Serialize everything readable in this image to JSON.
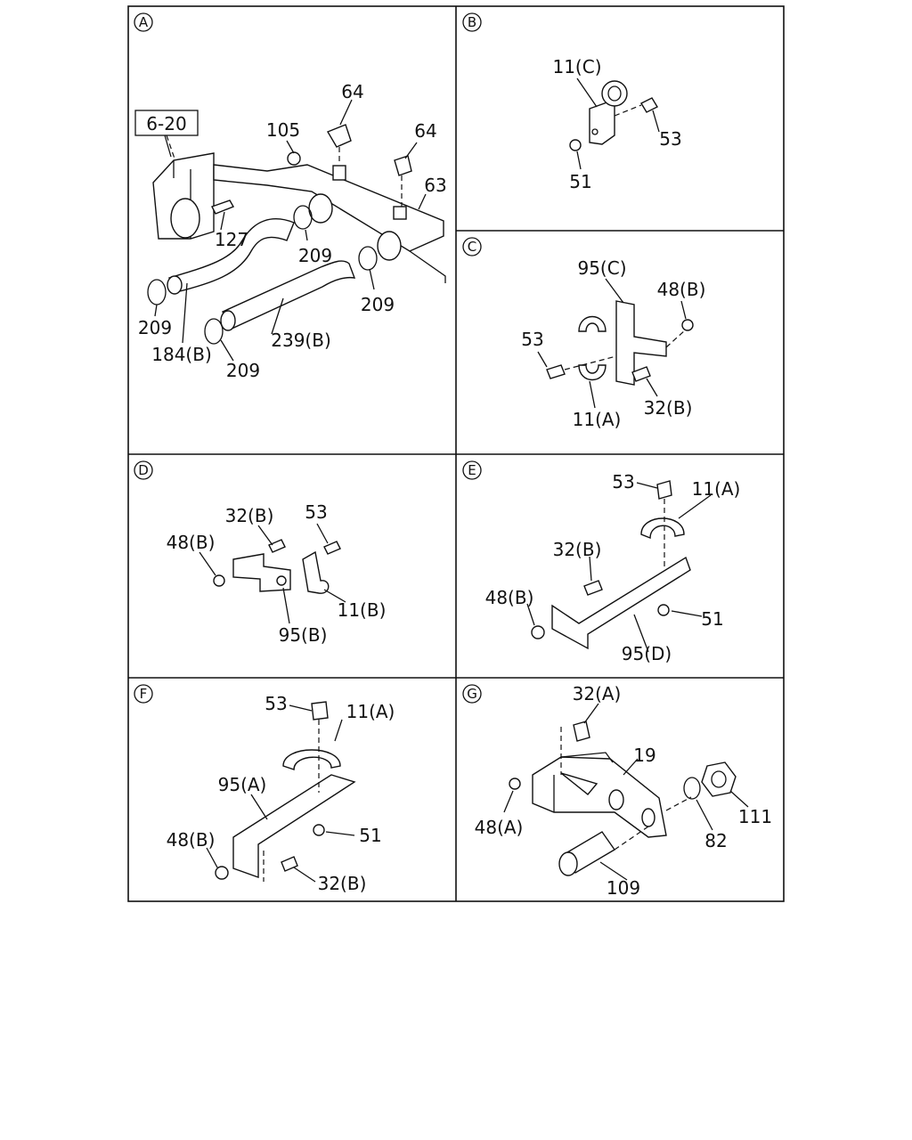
{
  "panels": [
    {
      "id": "A",
      "labels": [
        "64",
        "105",
        "64",
        "6-20",
        "63",
        "127",
        "209",
        "209",
        "209",
        "184(B)",
        "239(B)",
        "209"
      ]
    },
    {
      "id": "B",
      "labels": [
        "11(C)",
        "53",
        "51"
      ]
    },
    {
      "id": "C",
      "labels": [
        "95(C)",
        "48(B)",
        "53",
        "32(B)",
        "11(A)"
      ]
    },
    {
      "id": "D",
      "labels": [
        "32(B)",
        "53",
        "48(B)",
        "11(B)",
        "95(B)"
      ]
    },
    {
      "id": "E",
      "labels": [
        "53",
        "11(A)",
        "32(B)",
        "48(B)",
        "51",
        "95(D)"
      ]
    },
    {
      "id": "F",
      "labels": [
        "53",
        "11(A)",
        "95(A)",
        "48(B)",
        "51",
        "32(B)"
      ]
    },
    {
      "id": "G",
      "labels": [
        "32(A)",
        "19",
        "48(A)",
        "111",
        "82",
        "109"
      ]
    }
  ]
}
